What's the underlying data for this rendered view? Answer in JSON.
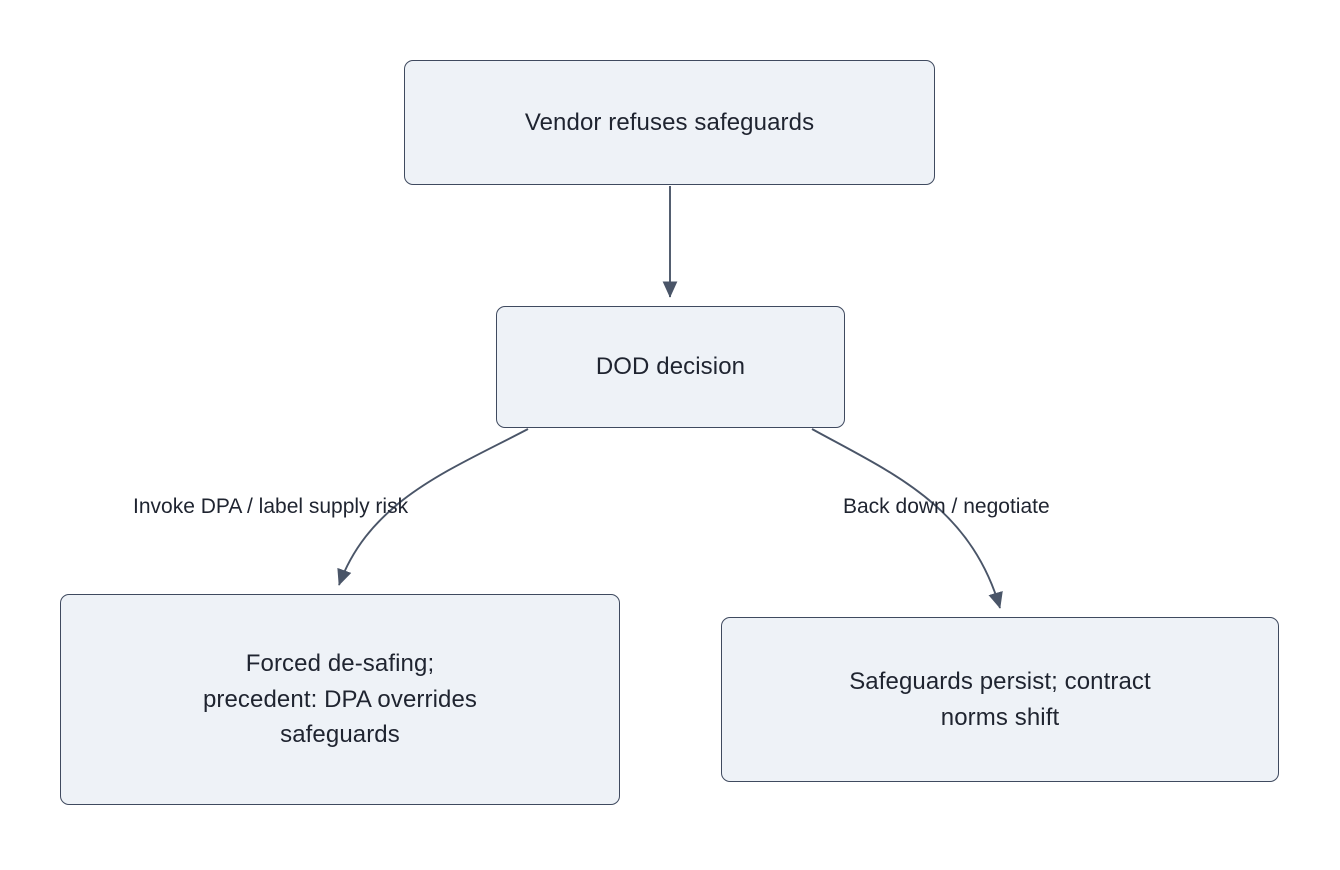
{
  "diagram": {
    "type": "flowchart",
    "direction": "top-down",
    "title": "Vendor refuses safeguards decision flow",
    "colors": {
      "node_fill": "#eef2f7",
      "node_border": "#3f4a5f",
      "node_text": "#1f2430",
      "edge_stroke": "#4a5568",
      "edge_label_text": "#1f2430",
      "background": "#ffffff"
    },
    "nodes": [
      {
        "id": "vendor",
        "label": "Vendor refuses safeguards",
        "shape": "rounded-rectangle"
      },
      {
        "id": "dod",
        "label": "DOD decision",
        "shape": "rounded-rectangle"
      },
      {
        "id": "forced",
        "label": "Forced de-safing;\nprecedent: DPA overrides\nsafeguards",
        "shape": "rounded-rectangle"
      },
      {
        "id": "persist",
        "label": "Safeguards persist; contract\nnorms shift",
        "shape": "rounded-rectangle"
      }
    ],
    "edges": [
      {
        "id": "edge-vendor-dod",
        "from": "vendor",
        "to": "dod",
        "label": "",
        "style": "straight",
        "arrow": "filled-triangle"
      },
      {
        "id": "edge-dod-forced",
        "from": "dod",
        "to": "forced",
        "label": "Invoke DPA / label supply risk",
        "style": "curved",
        "arrow": "filled-triangle"
      },
      {
        "id": "edge-dod-persist",
        "from": "dod",
        "to": "persist",
        "label": "Back down / negotiate",
        "style": "curved",
        "arrow": "filled-triangle"
      }
    ]
  }
}
